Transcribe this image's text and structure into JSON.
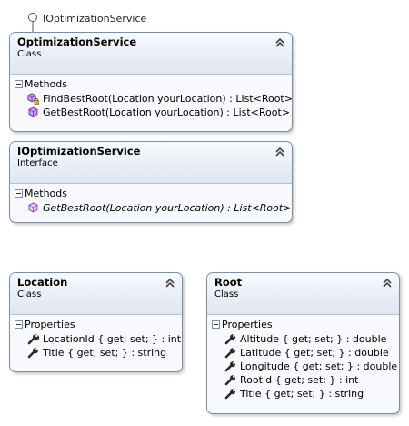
{
  "interface_lollipop": {
    "label": "IOptimizationService"
  },
  "classes": [
    {
      "name": "OptimizationService",
      "stereotype": "Class",
      "section": "Methods",
      "members": [
        {
          "text": "FindBestRoot(Location yourLocation) : List<Root>",
          "icon": "private-method-icon"
        },
        {
          "text": "GetBestRoot(Location yourLocation) : List<Root>",
          "icon": "method-icon"
        }
      ]
    },
    {
      "name": "IOptimizationService",
      "stereotype": "Interface",
      "section": "Methods",
      "members": [
        {
          "text": "GetBestRoot(Location yourLocation) : List<Root>",
          "icon": "method-icon",
          "italic": true
        }
      ]
    },
    {
      "name": "Location",
      "stereotype": "Class",
      "section": "Properties",
      "members": [
        {
          "text": "LocationId { get; set; } : int",
          "icon": "property-wrench-icon"
        },
        {
          "text": "Title { get; set; } : string",
          "icon": "property-wrench-icon"
        }
      ]
    },
    {
      "name": "Root",
      "stereotype": "Class",
      "section": "Properties",
      "members": [
        {
          "text": "Altitude { get; set; } : double",
          "icon": "property-wrench-icon"
        },
        {
          "text": "Latitude { get; set; } : double",
          "icon": "property-wrench-icon"
        },
        {
          "text": "Longitude { get; set; } : double",
          "icon": "property-wrench-icon"
        },
        {
          "text": "RootId { get; set; } : int",
          "icon": "property-wrench-icon"
        },
        {
          "text": "Title { get; set; } : string",
          "icon": "property-wrench-icon"
        }
      ]
    }
  ],
  "colors": {
    "border": "#7a8ea9",
    "method_icon": "#8b48b8",
    "wrench": "#2a2a2a"
  }
}
